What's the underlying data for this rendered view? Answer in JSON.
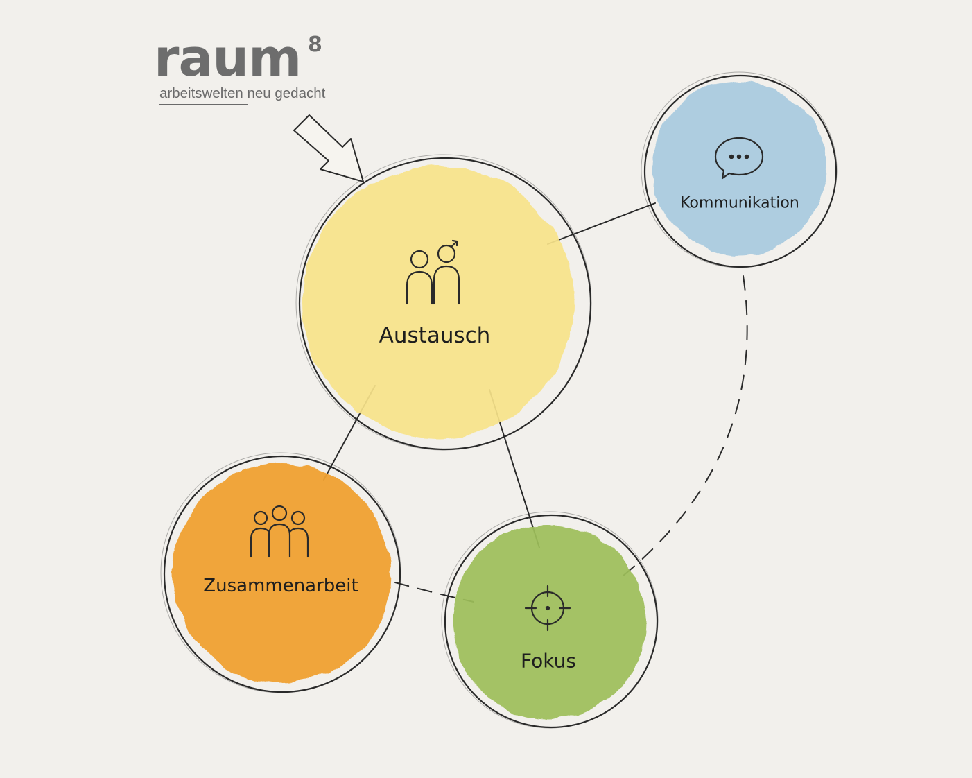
{
  "logo": {
    "wordmark": "raum",
    "superscript": "8",
    "tagline": "arbeitswelten neu gedacht"
  },
  "colors": {
    "background": "#f2f0ec",
    "austausch": "#f8e38a",
    "kommunikation": "#a9cbe0",
    "zusammenarbeit": "#f0a233",
    "fokus": "#9ebf5a",
    "stroke": "#2a2a2a"
  },
  "nodes": {
    "austausch": {
      "label": "Austausch",
      "icon": "people-exchange-icon"
    },
    "kommunikation": {
      "label": "Kommunikation",
      "icon": "speech-bubble-icon"
    },
    "zusammenarbeit": {
      "label": "Zusammenarbeit",
      "icon": "group-icon"
    },
    "fokus": {
      "label": "Fokus",
      "icon": "crosshair-target-icon"
    }
  },
  "connections": [
    {
      "from": "Austausch",
      "to": "Kommunikation",
      "style": "solid"
    },
    {
      "from": "Austausch",
      "to": "Zusammenarbeit",
      "style": "solid"
    },
    {
      "from": "Austausch",
      "to": "Fokus",
      "style": "solid"
    },
    {
      "from": "Zusammenarbeit",
      "to": "Fokus",
      "style": "dashed"
    },
    {
      "from": "Kommunikation",
      "to": "Fokus",
      "style": "dashed"
    }
  ],
  "pointer": {
    "icon": "arrow-pointer-icon",
    "target": "Austausch"
  }
}
